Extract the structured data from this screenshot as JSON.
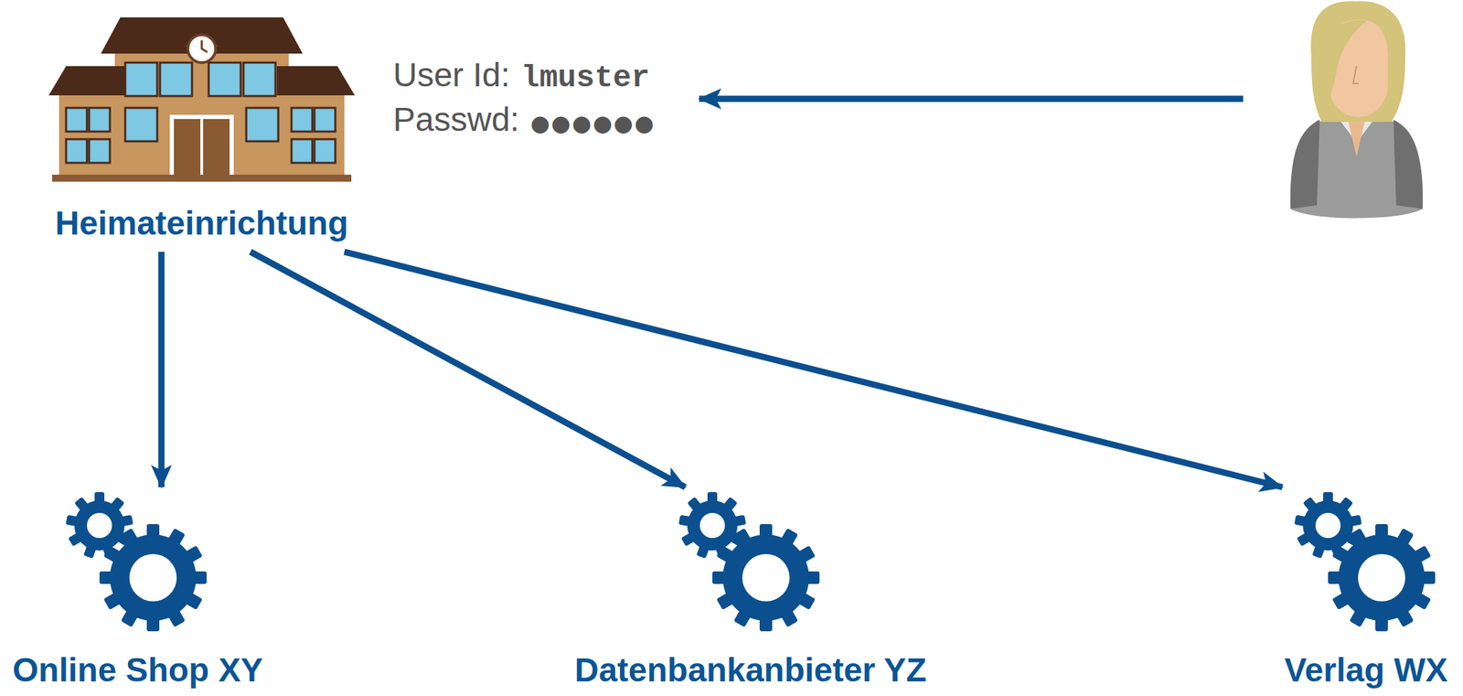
{
  "diagram": {
    "nodes": [
      {
        "text": [
          "Heimateinrichtung"
        ]
      },
      {
        "text": [
          "Online Shop XY"
        ]
      },
      {
        "text": [
          "Datenbankanbieter YZ"
        ]
      },
      {
        "text": [
          "Verlag WX"
        ]
      }
    ],
    "edges": [
      {
        "from": 0,
        "to": 1,
        "arrow": "to"
      },
      {
        "from": 0,
        "to": 2,
        "arrow": "to"
      },
      {
        "from": 0,
        "to": 3,
        "arrow": "to"
      }
    ],
    "labels": [
      "User Id:",
      "lmuster",
      "Passwd:",
      "●●●●●●"
    ]
  }
}
